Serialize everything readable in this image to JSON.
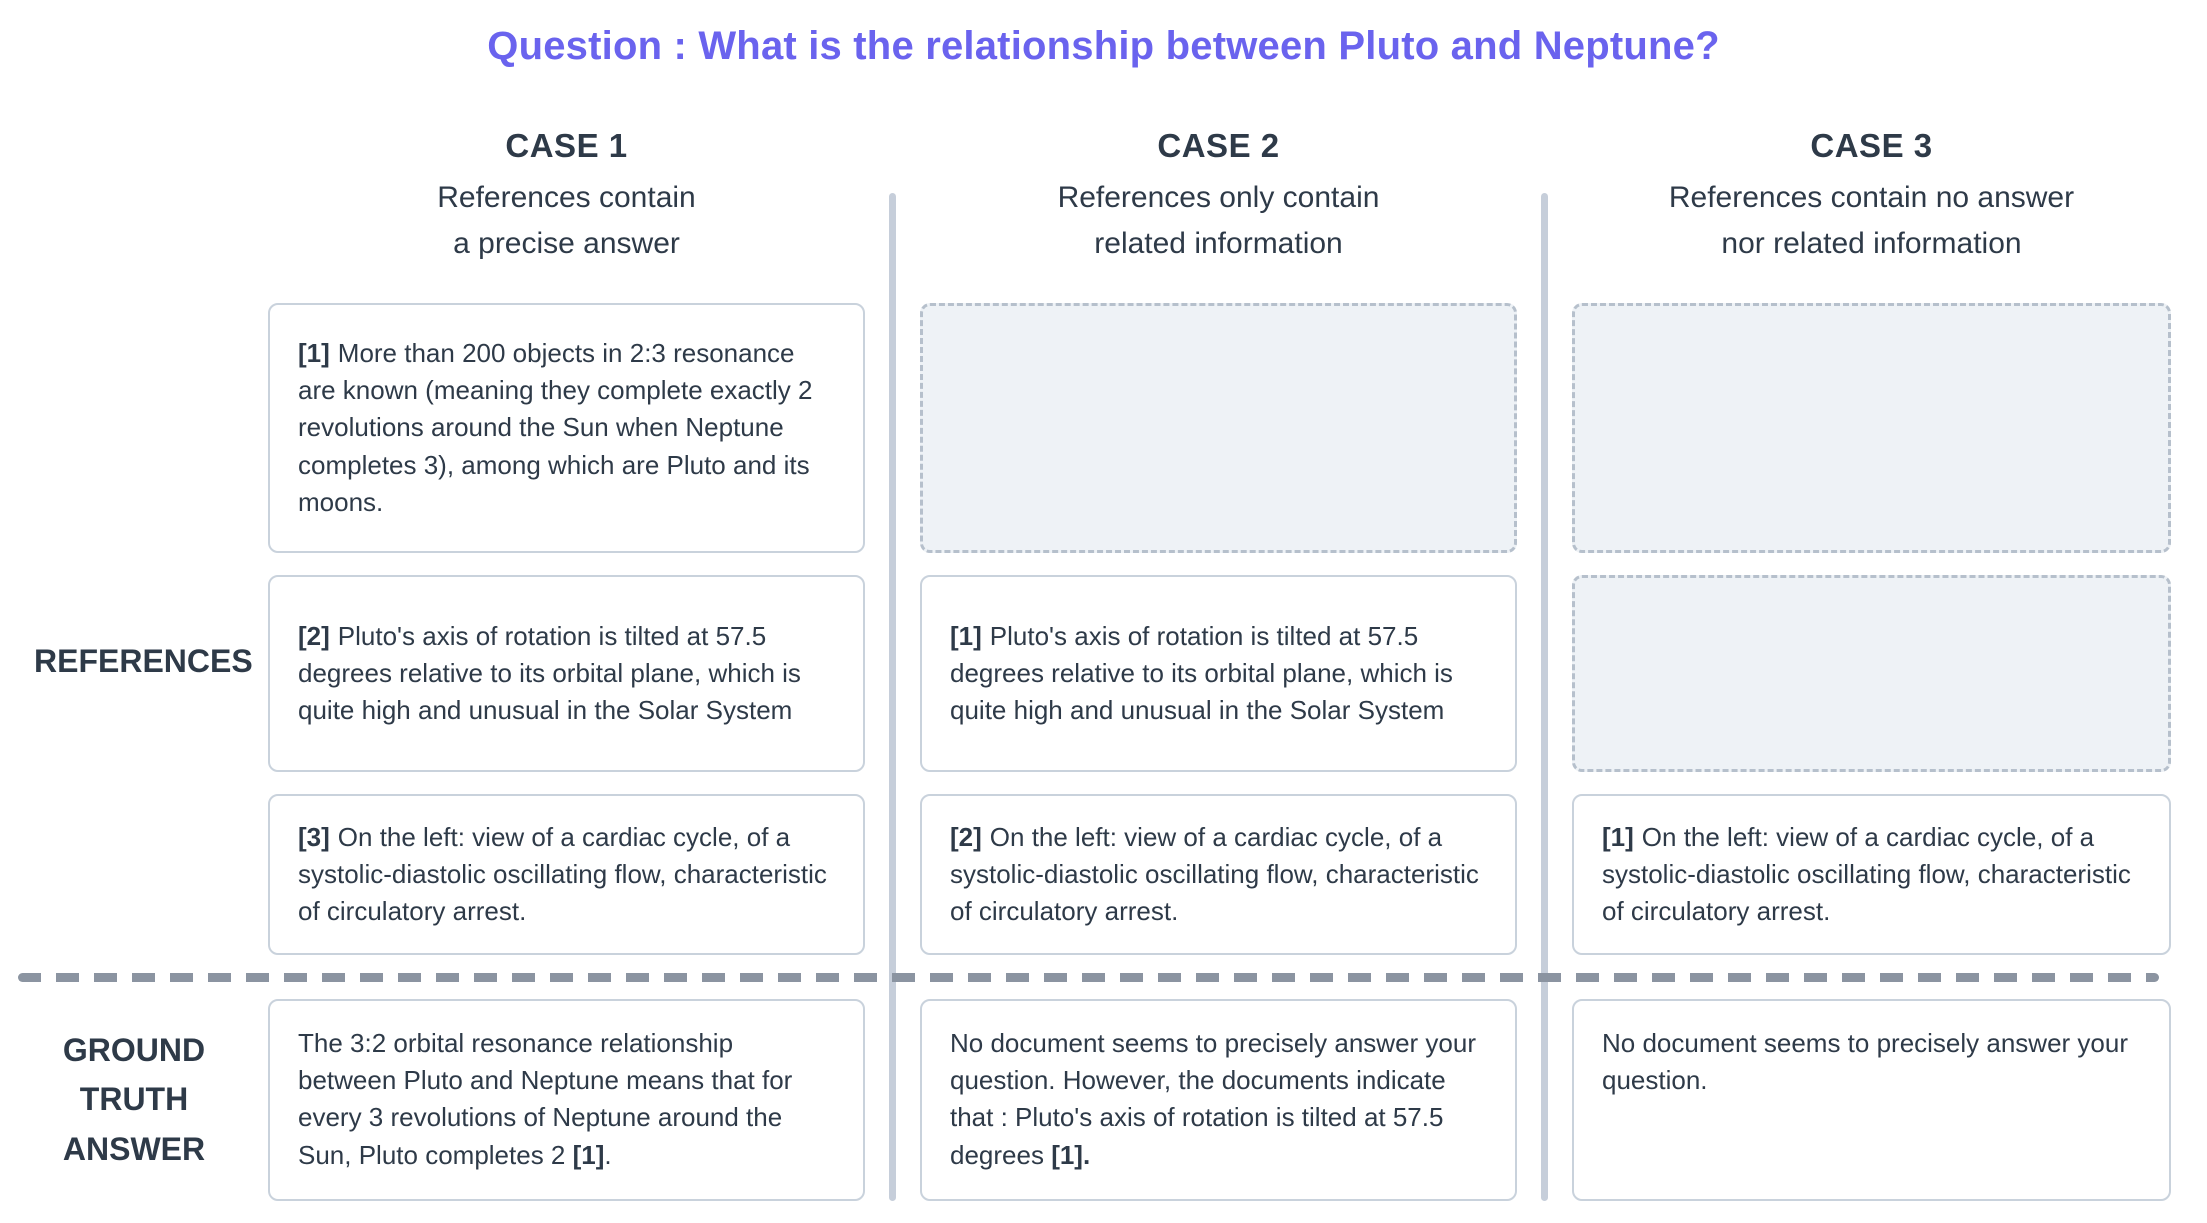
{
  "title": "Question : What is the relationship between Pluto and Neptune?",
  "row_labels": {
    "references": "REFERENCES",
    "ground_truth": "GROUND TRUTH ANSWER"
  },
  "colors": {
    "accent_title": "#6a63ee",
    "text": "#2e3a48",
    "box_border": "#c9d2dc",
    "empty_box_fill": "#eef2f6",
    "empty_box_border": "#b6c0cc",
    "column_divider": "#c6ceda",
    "dashed_row_divider": "#8b94a1"
  },
  "cases": [
    {
      "label": "CASE 1",
      "subtitle_line1": "References contain",
      "subtitle_line2": "a precise answer",
      "references": [
        {
          "marker": "[1]",
          "text": "More than 200 objects in 2:3 resonance are known (meaning they complete exactly 2 revolutions around the Sun when Neptune completes 3), among which are Pluto and its moons."
        },
        {
          "marker": "[2]",
          "text": "Pluto's axis of rotation is tilted at 57.5 degrees relative to its orbital plane, which is quite high and unusual in the Solar System"
        },
        {
          "marker": "[3]",
          "text": "On the left: view of a cardiac cycle, of a systolic-diastolic oscillating flow, characteristic of circulatory arrest."
        }
      ],
      "answer": {
        "pre": "The 3:2 orbital resonance relationship between Pluto and Neptune means that for every 3 revolutions of Neptune around the Sun, Pluto completes 2 ",
        "marker": "[1]",
        "post": "."
      }
    },
    {
      "label": "CASE 2",
      "subtitle_line1": "References only contain",
      "subtitle_line2": "related information",
      "references": [
        {
          "marker": "[1]",
          "text": "Pluto's axis of rotation is tilted at 57.5 degrees relative to its orbital plane, which is quite high and unusual in the Solar System"
        },
        {
          "marker": "[2]",
          "text": "On the left: view of a cardiac cycle, of a systolic-diastolic oscillating flow, characteristic of circulatory arrest."
        }
      ],
      "answer": {
        "pre": "No document seems to precisely answer your question. However, the documents indicate that : Pluto's axis of rotation is tilted at 57.5 degrees ",
        "marker": "[1].",
        "post": ""
      }
    },
    {
      "label": "CASE 3",
      "subtitle_line1": "References contain no answer",
      "subtitle_line2": "nor related information",
      "references": [
        {
          "marker": "[1]",
          "text": "On the left: view of a cardiac cycle, of a systolic-diastolic oscillating flow, characteristic of circulatory arrest."
        }
      ],
      "answer": {
        "pre": "No document seems to precisely answer your question.",
        "marker": "",
        "post": ""
      }
    }
  ]
}
